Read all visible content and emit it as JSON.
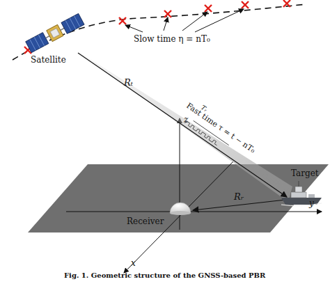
{
  "diagram": {
    "caption": "Fig. 1.  Geometric structure of the GNSS-based PBR",
    "labels": [
      "Slow time η = nT₀",
      "Satellite",
      "Rₜ",
      "Fast time τ = t − nT₀",
      "Tᵣ",
      "z",
      "Receiver",
      "y",
      "x",
      "Target",
      "Rᵣ"
    ]
  }
}
